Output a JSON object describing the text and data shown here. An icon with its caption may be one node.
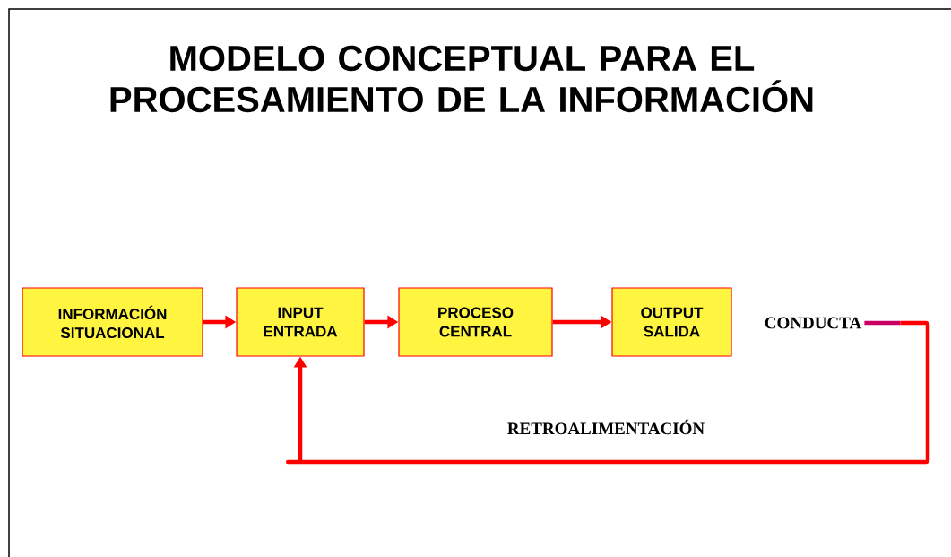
{
  "diagram": {
    "title": "MODELO CONCEPTUAL PARA EL PROCESAMIENTO DE LA INFORMACIÓN",
    "nodes": [
      {
        "text": [
          "INFORMACIÓN SITUACIONAL"
        ]
      },
      {
        "text": [
          "INPUT ENTRADA"
        ]
      },
      {
        "text": [
          "PROCESO CENTRAL"
        ]
      },
      {
        "text": [
          "OUTPUT SALIDA"
        ]
      },
      {
        "text": [
          "CONDUCTA"
        ]
      }
    ],
    "edges": [
      {
        "from": 0,
        "to": 1,
        "arrow": "to"
      },
      {
        "from": 1,
        "to": 2,
        "arrow": "to"
      },
      {
        "from": 2,
        "to": 3,
        "arrow": "to"
      },
      {
        "from": 4,
        "to": 1,
        "arrow": "to",
        "label": "RETROALIMENTACIÓN"
      }
    ]
  }
}
